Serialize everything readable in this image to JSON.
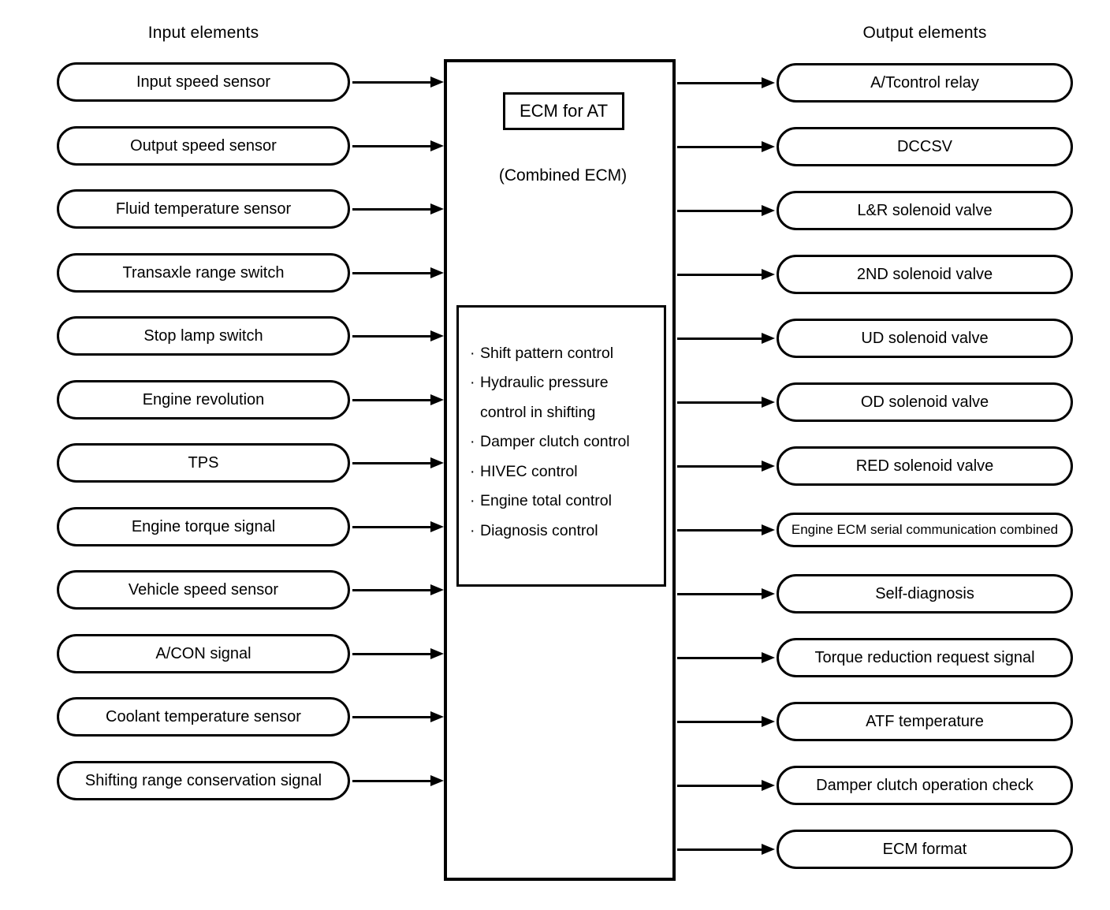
{
  "headers": {
    "input": "Input elements",
    "output": "Output elements"
  },
  "ecm": {
    "title": "ECM for AT",
    "subtitle": "(Combined ECM)",
    "controls": [
      "Shift pattern control",
      "Hydraulic pressure\ncontrol in shifting",
      "Damper clutch control",
      "HIVEC control",
      "Engine total control",
      "Diagnosis control"
    ]
  },
  "inputs": [
    {
      "label": "Input speed sensor"
    },
    {
      "label": "Output speed sensor"
    },
    {
      "label": "Fluid temperature sensor"
    },
    {
      "label": "Transaxle range switch"
    },
    {
      "label": "Stop lamp switch"
    },
    {
      "label": "Engine revolution"
    },
    {
      "label": "TPS"
    },
    {
      "label": "Engine torque signal"
    },
    {
      "label": "Vehicle speed sensor"
    },
    {
      "label": "A/CON signal"
    },
    {
      "label": "Coolant temperature sensor"
    },
    {
      "label": "Shifting range conservation signal"
    }
  ],
  "outputs": [
    {
      "label": "A/Tcontrol relay"
    },
    {
      "label": "DCCSV"
    },
    {
      "label": "L&R solenoid valve"
    },
    {
      "label": "2ND solenoid valve"
    },
    {
      "label": "UD solenoid valve"
    },
    {
      "label": "OD solenoid valve"
    },
    {
      "label": "RED solenoid valve"
    },
    {
      "label": "Engine ECM serial communication combined"
    },
    {
      "label": "Self-diagnosis"
    },
    {
      "label": "Torque reduction request signal"
    },
    {
      "label": "ATF temperature"
    },
    {
      "label": "Damper clutch operation check"
    },
    {
      "label": "ECM format"
    }
  ],
  "colors": {
    "stroke": "#000000",
    "background": "#ffffff"
  }
}
